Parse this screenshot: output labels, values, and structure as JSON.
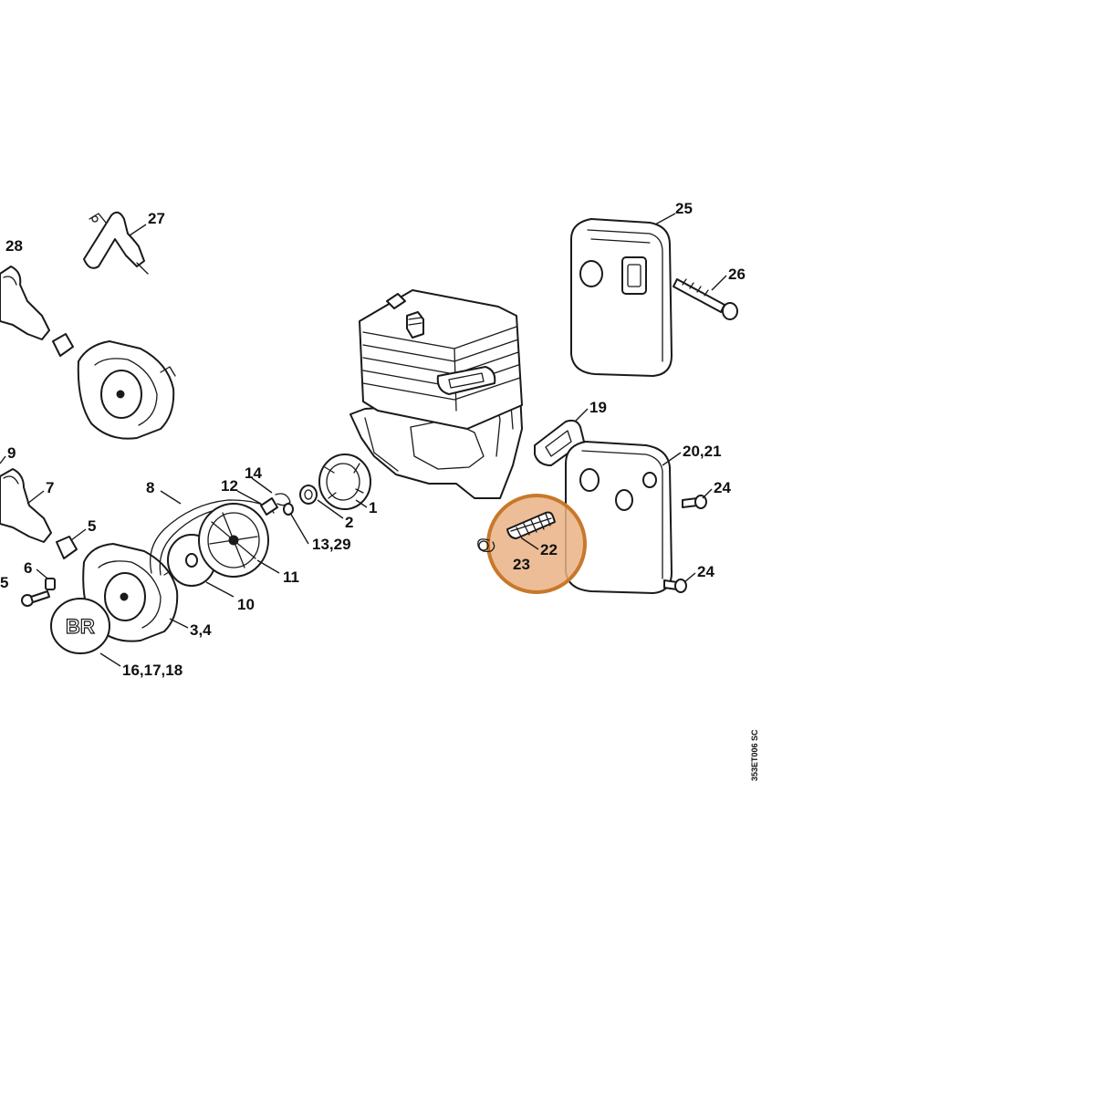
{
  "diagram": {
    "drawing_code": "353ET006 SC",
    "cover_brand": "BR",
    "highlight_color": "#c8782a",
    "highlight_fill": "#e9b285",
    "part_labels": [
      {
        "id": "1",
        "text": "1"
      },
      {
        "id": "2",
        "text": "2"
      },
      {
        "id": "3_4",
        "text": "3,4"
      },
      {
        "id": "5a",
        "text": "5"
      },
      {
        "id": "5b",
        "text": "5"
      },
      {
        "id": "6",
        "text": "6"
      },
      {
        "id": "7",
        "text": "7"
      },
      {
        "id": "8",
        "text": "8"
      },
      {
        "id": "9",
        "text": "9"
      },
      {
        "id": "10",
        "text": "10"
      },
      {
        "id": "11",
        "text": "11"
      },
      {
        "id": "12",
        "text": "12"
      },
      {
        "id": "13_29",
        "text": "13,29"
      },
      {
        "id": "14",
        "text": "14"
      },
      {
        "id": "16_17_18",
        "text": "16,17,18"
      },
      {
        "id": "19",
        "text": "19"
      },
      {
        "id": "20_21",
        "text": "20,21"
      },
      {
        "id": "22",
        "text": "22"
      },
      {
        "id": "23",
        "text": "23"
      },
      {
        "id": "24a",
        "text": "24"
      },
      {
        "id": "24b",
        "text": "24"
      },
      {
        "id": "25",
        "text": "25"
      },
      {
        "id": "26",
        "text": "26"
      },
      {
        "id": "27",
        "text": "27"
      },
      {
        "id": "28",
        "text": "28"
      }
    ],
    "highlighted_parts": [
      "22",
      "23"
    ]
  }
}
